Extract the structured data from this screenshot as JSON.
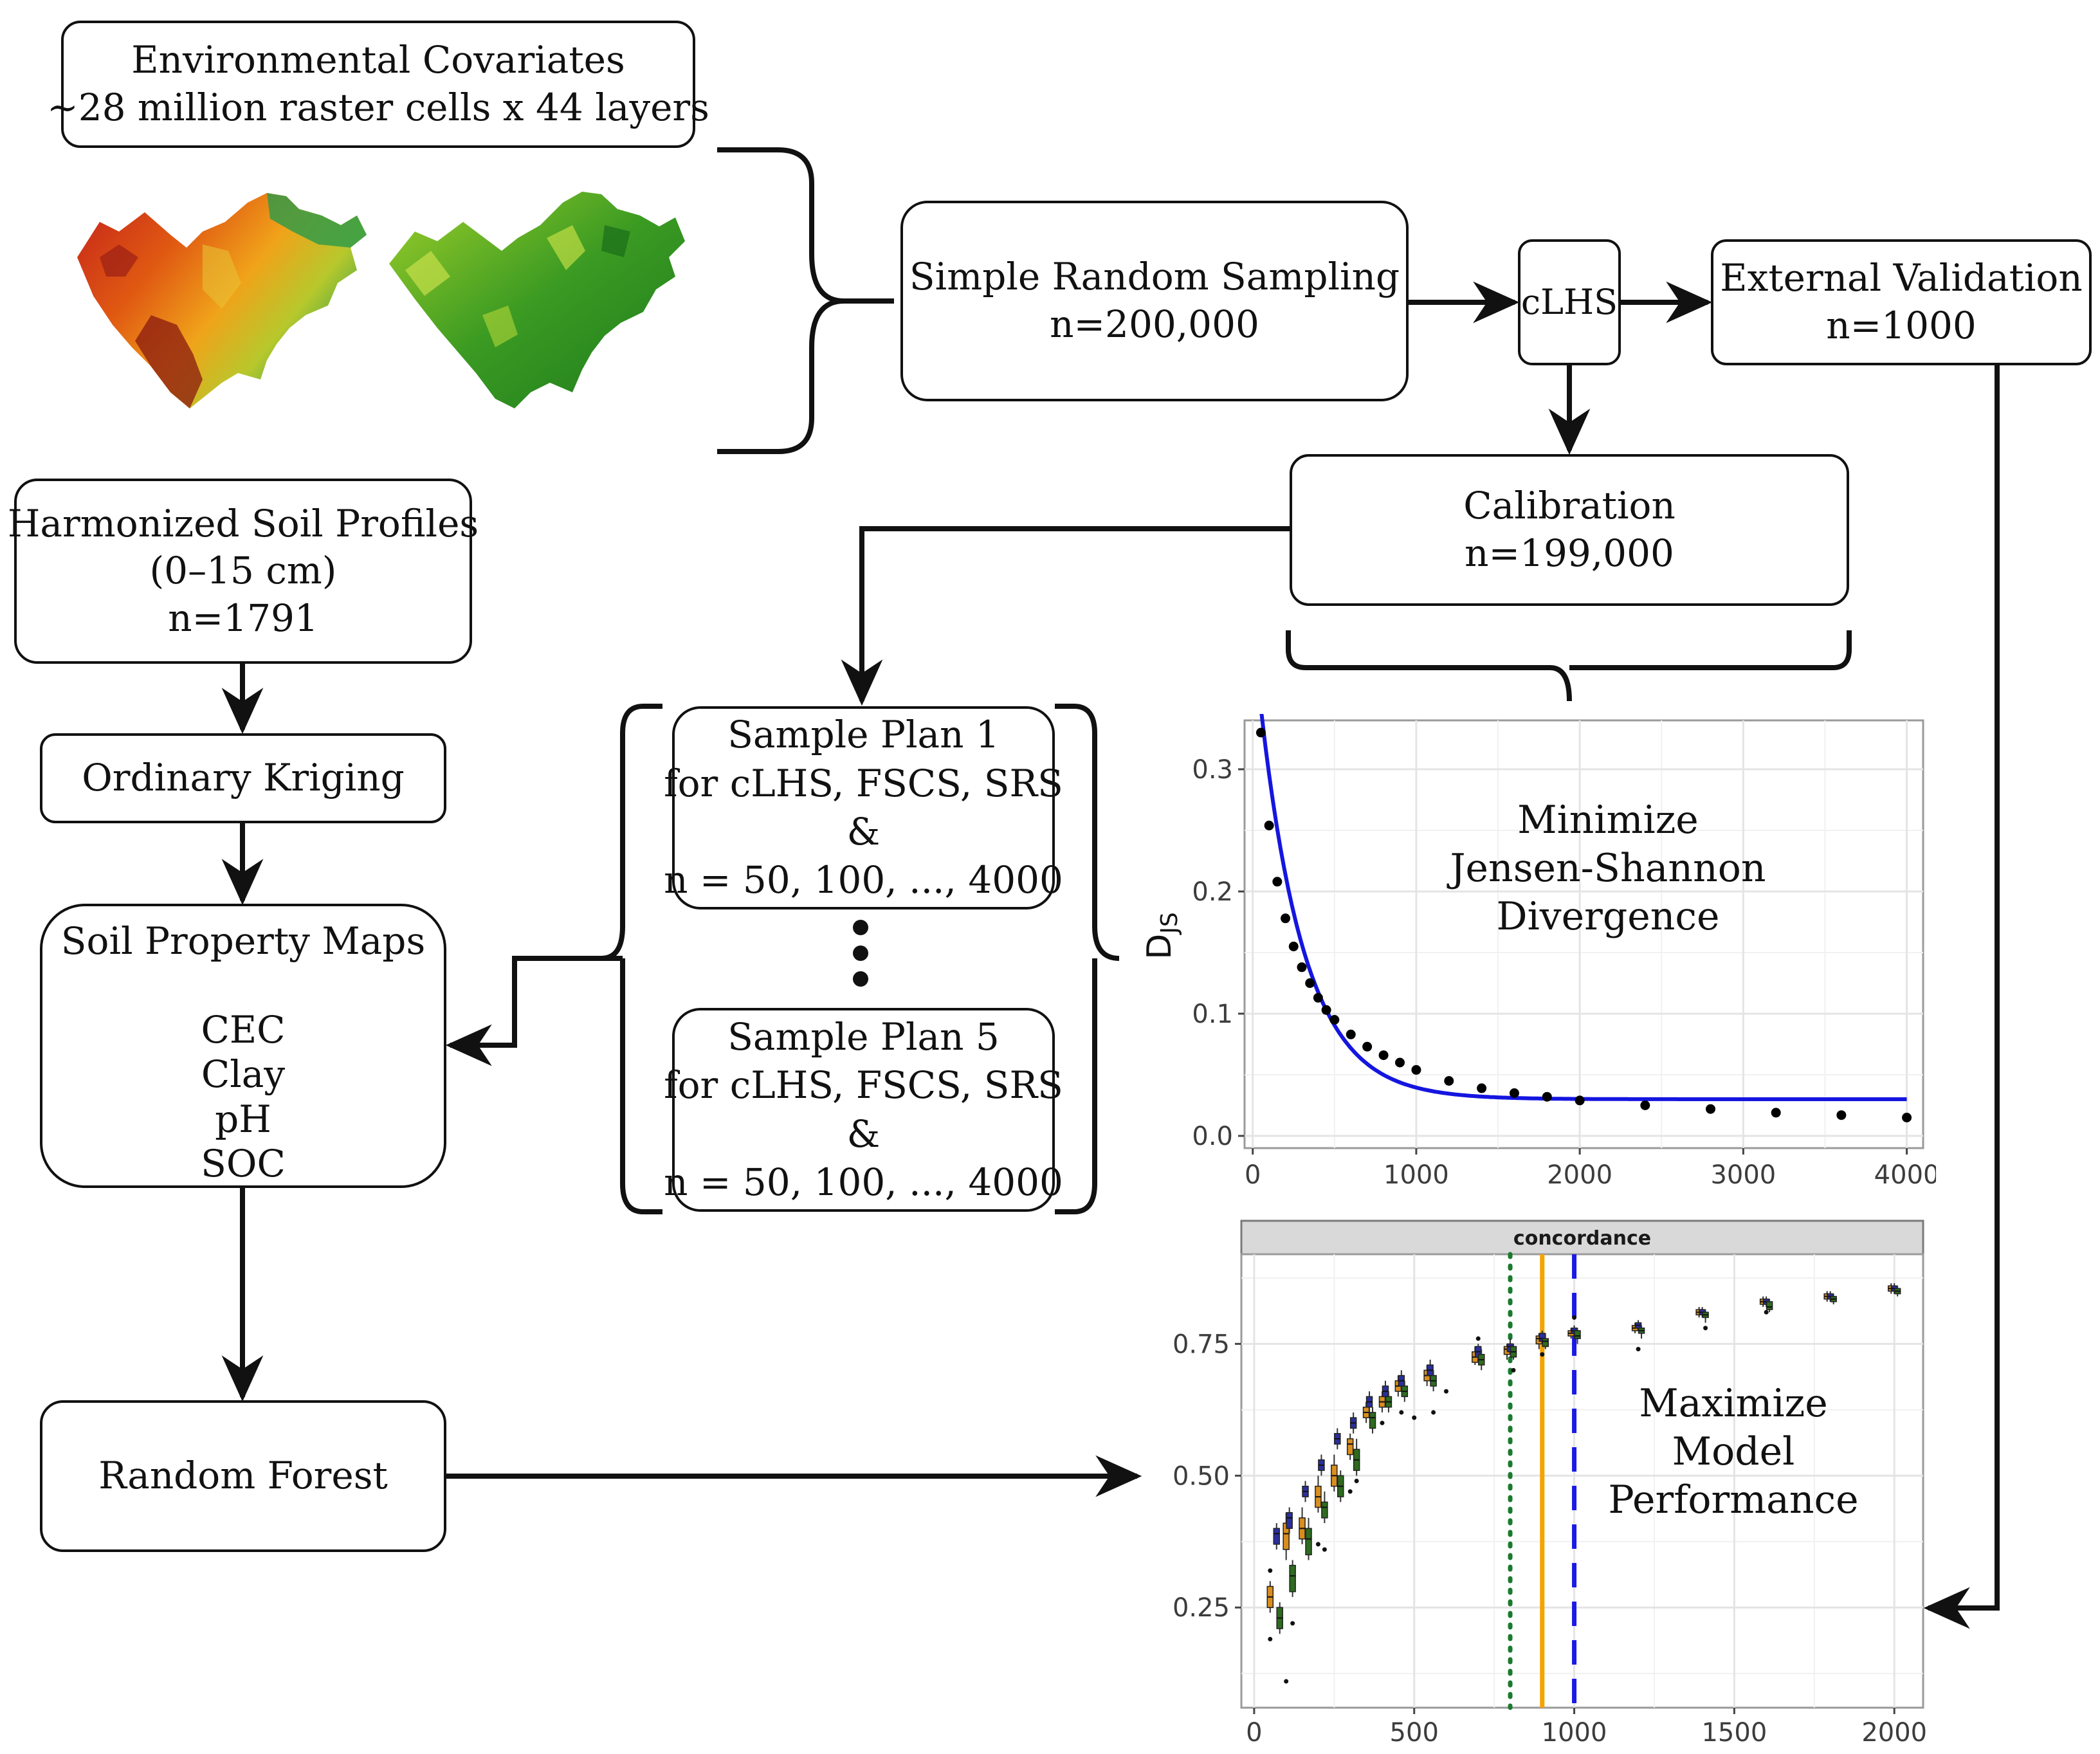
{
  "boxes": {
    "env_covariates": [
      "Environmental Covariates",
      "~28 million raster cells x 44 layers"
    ],
    "simple_random_sampling": [
      "Simple Random Sampling",
      "n=200,000"
    ],
    "clhs": [
      "cLHS"
    ],
    "external_validation": [
      "External Validation",
      "n=1000"
    ],
    "calibration": [
      "Calibration",
      "n=199,000"
    ],
    "soil_profiles": [
      "Harmonized Soil Profiles",
      "(0–15 cm)",
      "n=1791"
    ],
    "ordinary_kriging": [
      "Ordinary Kriging"
    ],
    "soil_property_maps": {
      "title": "Soil Property Maps",
      "items": [
        "CEC",
        "Clay",
        "pH",
        "SOC"
      ]
    },
    "random_forest": [
      "Random Forest"
    ],
    "sample_plan_1": [
      "Sample Plan 1",
      "for cLHS, FSCS, SRS",
      "&",
      "n = 50, 100, ..., 4000"
    ],
    "sample_plan_5": [
      "Sample Plan 5",
      "for cLHS, FSCS, SRS",
      "&",
      "n = 50, 100, ..., 4000"
    ]
  },
  "colors": {
    "fit_line": "#1515e0",
    "vline_green": "#1a7a2e",
    "vline_orange": "#f5a300",
    "vline_blue": "#1a1ae6",
    "box_green": "#2e6b1f",
    "box_orange": "#d98e1e",
    "box_blue": "#2a2f9c"
  },
  "chart_data": [
    {
      "type": "scatter",
      "annotation": [
        "Minimize",
        "Jensen-Shannon",
        "Divergence"
      ],
      "ylabel": "D_JS",
      "xlim": [
        -50,
        4100
      ],
      "ylim": [
        -0.01,
        0.34
      ],
      "xticks": [
        0,
        1000,
        2000,
        3000,
        4000
      ],
      "yticks": [
        0.0,
        0.1,
        0.2,
        0.3
      ],
      "xtick_labels": [
        "0",
        "1000",
        "2000",
        "3000",
        "4000"
      ],
      "ytick_labels": [
        "0.0",
        "0.1",
        "0.2",
        "0.3"
      ],
      "grid": true,
      "points": [
        [
          50,
          0.33
        ],
        [
          100,
          0.254
        ],
        [
          150,
          0.208
        ],
        [
          200,
          0.178
        ],
        [
          250,
          0.155
        ],
        [
          300,
          0.138
        ],
        [
          350,
          0.125
        ],
        [
          400,
          0.113
        ],
        [
          450,
          0.103
        ],
        [
          500,
          0.095
        ],
        [
          600,
          0.083
        ],
        [
          700,
          0.073
        ],
        [
          800,
          0.066
        ],
        [
          900,
          0.06
        ],
        [
          1000,
          0.054
        ],
        [
          1200,
          0.045
        ],
        [
          1400,
          0.039
        ],
        [
          1600,
          0.035
        ],
        [
          1800,
          0.032
        ],
        [
          2000,
          0.029
        ],
        [
          2400,
          0.025
        ],
        [
          2800,
          0.022
        ],
        [
          3200,
          0.019
        ],
        [
          3600,
          0.017
        ],
        [
          4000,
          0.015
        ]
      ],
      "fit": {
        "a": 0.32,
        "k": 0.0037,
        "c": 0.03,
        "x0": 50,
        "x_end": 4000
      }
    },
    {
      "type": "box",
      "panel_title": "concordance",
      "annotation": [
        "Maximize",
        "Model",
        "Performance"
      ],
      "xlim": [
        -40,
        2090
      ],
      "ylim": [
        0.06,
        0.92
      ],
      "xticks": [
        0,
        500,
        1000,
        1500,
        2000
      ],
      "yticks": [
        0.25,
        0.5,
        0.75
      ],
      "xtick_labels": [
        "0",
        "500",
        "1000",
        "1500",
        "2000"
      ],
      "ytick_labels": [
        "0.25",
        "0.50",
        "0.75"
      ],
      "grid": true,
      "vlines": [
        {
          "x": 800,
          "style": "dotted",
          "color": "green"
        },
        {
          "x": 900,
          "style": "solid",
          "color": "orange"
        },
        {
          "x": 1000,
          "style": "dashed",
          "color": "blue"
        }
      ],
      "boxes": [
        [
          50,
          0.24,
          0.25,
          0.27,
          0.29,
          0.3,
          "orange"
        ],
        [
          70,
          0.36,
          0.37,
          0.39,
          0.4,
          0.41,
          "blue"
        ],
        [
          80,
          0.2,
          0.21,
          0.23,
          0.25,
          0.26,
          "green"
        ],
        [
          100,
          0.34,
          0.36,
          0.39,
          0.41,
          0.43,
          "orange"
        ],
        [
          110,
          0.39,
          0.4,
          0.42,
          0.43,
          0.44,
          "blue"
        ],
        [
          120,
          0.27,
          0.28,
          0.31,
          0.33,
          0.34,
          "green"
        ],
        [
          150,
          0.37,
          0.38,
          0.4,
          0.42,
          0.44,
          "orange"
        ],
        [
          160,
          0.45,
          0.46,
          0.47,
          0.48,
          0.49,
          "blue"
        ],
        [
          170,
          0.34,
          0.35,
          0.38,
          0.4,
          0.42,
          "green"
        ],
        [
          200,
          0.43,
          0.44,
          0.46,
          0.48,
          0.5,
          "orange"
        ],
        [
          210,
          0.5,
          0.51,
          0.52,
          0.53,
          0.54,
          "blue"
        ],
        [
          220,
          0.41,
          0.42,
          0.44,
          0.45,
          0.47,
          "green"
        ],
        [
          250,
          0.47,
          0.48,
          0.5,
          0.52,
          0.54,
          "orange"
        ],
        [
          260,
          0.55,
          0.56,
          0.57,
          0.58,
          0.59,
          "blue"
        ],
        [
          270,
          0.45,
          0.46,
          0.48,
          0.5,
          0.51,
          "green"
        ],
        [
          300,
          0.53,
          0.54,
          0.56,
          0.57,
          0.58,
          "orange"
        ],
        [
          310,
          0.58,
          0.59,
          0.6,
          0.61,
          0.62,
          "blue"
        ],
        [
          320,
          0.5,
          0.51,
          0.53,
          0.55,
          0.57,
          "green"
        ],
        [
          350,
          0.6,
          0.61,
          0.62,
          0.63,
          0.64,
          "orange"
        ],
        [
          360,
          0.62,
          0.63,
          0.64,
          0.65,
          0.66,
          "blue"
        ],
        [
          370,
          0.58,
          0.59,
          0.61,
          0.62,
          0.63,
          "green"
        ],
        [
          400,
          0.62,
          0.63,
          0.64,
          0.65,
          0.66,
          "orange"
        ],
        [
          410,
          0.64,
          0.65,
          0.66,
          0.67,
          0.68,
          "blue"
        ],
        [
          420,
          0.62,
          0.63,
          0.64,
          0.65,
          0.66,
          "green"
        ],
        [
          450,
          0.65,
          0.66,
          0.67,
          0.68,
          0.69,
          "orange"
        ],
        [
          460,
          0.66,
          0.67,
          0.68,
          0.69,
          0.7,
          "blue"
        ],
        [
          470,
          0.64,
          0.65,
          0.66,
          0.67,
          0.68,
          "green"
        ],
        [
          540,
          0.67,
          0.68,
          0.69,
          0.7,
          0.71,
          "orange"
        ],
        [
          550,
          0.68,
          0.69,
          0.7,
          0.71,
          0.72,
          "blue"
        ],
        [
          560,
          0.66,
          0.67,
          0.68,
          0.69,
          0.7,
          "green"
        ],
        [
          690,
          0.71,
          0.715,
          0.725,
          0.735,
          0.745,
          "orange"
        ],
        [
          700,
          0.72,
          0.725,
          0.735,
          0.745,
          0.75,
          "blue"
        ],
        [
          710,
          0.7,
          0.71,
          0.72,
          0.73,
          0.74,
          "green"
        ],
        [
          790,
          0.72,
          0.73,
          0.74,
          0.745,
          0.75,
          "orange"
        ],
        [
          800,
          0.73,
          0.735,
          0.745,
          0.75,
          0.76,
          "blue"
        ],
        [
          810,
          0.72,
          0.725,
          0.735,
          0.745,
          0.75,
          "green"
        ],
        [
          890,
          0.74,
          0.75,
          0.76,
          0.765,
          0.77,
          "orange"
        ],
        [
          900,
          0.75,
          0.755,
          0.76,
          0.77,
          0.775,
          "blue"
        ],
        [
          910,
          0.74,
          0.745,
          0.755,
          0.76,
          0.77,
          "green"
        ],
        [
          990,
          0.76,
          0.765,
          0.77,
          0.775,
          0.78,
          "orange"
        ],
        [
          1000,
          0.76,
          0.77,
          0.775,
          0.78,
          0.785,
          "blue"
        ],
        [
          1010,
          0.75,
          0.76,
          0.765,
          0.775,
          0.78,
          "green"
        ],
        [
          1190,
          0.77,
          0.775,
          0.78,
          0.785,
          0.79,
          "orange"
        ],
        [
          1200,
          0.78,
          0.78,
          0.785,
          0.79,
          0.795,
          "blue"
        ],
        [
          1210,
          0.76,
          0.77,
          0.775,
          0.78,
          0.785,
          "green"
        ],
        [
          1390,
          0.8,
          0.805,
          0.81,
          0.815,
          0.82,
          "orange"
        ],
        [
          1400,
          0.8,
          0.805,
          0.81,
          0.815,
          0.82,
          "blue"
        ],
        [
          1410,
          0.79,
          0.8,
          0.805,
          0.81,
          0.815,
          "green"
        ],
        [
          1590,
          0.82,
          0.825,
          0.83,
          0.835,
          0.84,
          "orange"
        ],
        [
          1600,
          0.82,
          0.825,
          0.83,
          0.835,
          0.84,
          "blue"
        ],
        [
          1610,
          0.81,
          0.815,
          0.82,
          0.83,
          0.835,
          "green"
        ],
        [
          1790,
          0.83,
          0.835,
          0.84,
          0.845,
          0.85,
          "orange"
        ],
        [
          1800,
          0.83,
          0.835,
          0.84,
          0.845,
          0.85,
          "blue"
        ],
        [
          1810,
          0.825,
          0.83,
          0.835,
          0.84,
          0.845,
          "green"
        ],
        [
          1990,
          0.845,
          0.85,
          0.855,
          0.86,
          0.865,
          "orange"
        ],
        [
          2000,
          0.845,
          0.85,
          0.855,
          0.86,
          0.865,
          "blue"
        ],
        [
          2010,
          0.84,
          0.845,
          0.85,
          0.855,
          0.86,
          "green"
        ]
      ],
      "outliers": [
        [
          50,
          0.19
        ],
        [
          50,
          0.32
        ],
        [
          100,
          0.11
        ],
        [
          120,
          0.22
        ],
        [
          200,
          0.37
        ],
        [
          220,
          0.36
        ],
        [
          300,
          0.47
        ],
        [
          320,
          0.49
        ],
        [
          400,
          0.6
        ],
        [
          460,
          0.62
        ],
        [
          500,
          0.61
        ],
        [
          560,
          0.62
        ],
        [
          600,
          0.66
        ],
        [
          700,
          0.76
        ],
        [
          810,
          0.7
        ],
        [
          900,
          0.73
        ],
        [
          1000,
          0.8
        ],
        [
          1200,
          0.74
        ],
        [
          1410,
          0.78
        ],
        [
          1600,
          0.81
        ]
      ]
    }
  ]
}
